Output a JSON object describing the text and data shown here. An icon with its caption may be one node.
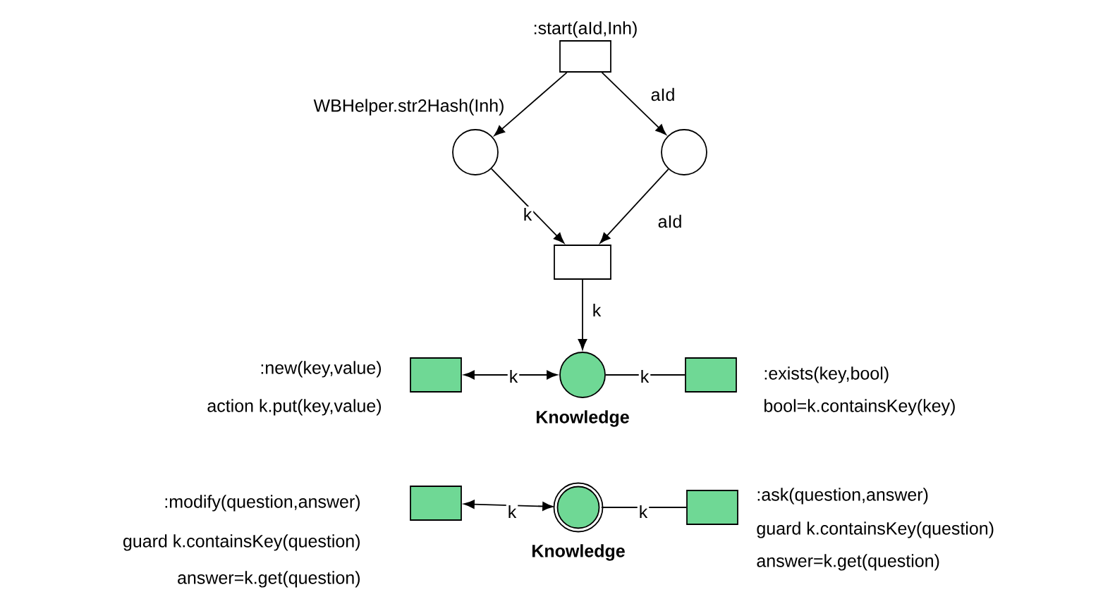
{
  "diagram": {
    "nodes": [
      {
        "text": [],
        "shape": "box",
        "beside": [
          ":start(aId,Inh)"
        ]
      },
      {
        "text": [],
        "shape": "circle"
      },
      {
        "text": [],
        "shape": "circle"
      },
      {
        "text": [],
        "shape": "box"
      },
      {
        "text": [],
        "shape": "circle",
        "beside": [
          "Knowledge"
        ]
      },
      {
        "text": [],
        "shape": "box",
        "beside": [
          ":new(key,value)",
          "action k.put(key,value)"
        ]
      },
      {
        "text": [],
        "shape": "box",
        "beside": [
          ":exists(key,bool)",
          "bool=k.containsKey(key)"
        ]
      },
      {
        "text": [],
        "shape": "ring",
        "beside": [
          "Knowledge"
        ]
      },
      {
        "text": [],
        "shape": "box",
        "beside": [
          ":modify(question,answer)",
          "guard k.containsKey(question)",
          "answer=k.get(question)"
        ]
      },
      {
        "text": [],
        "shape": "box",
        "beside": [
          ":ask(question,answer)",
          "guard k.containsKey(question)",
          "answer=k.get(question)"
        ]
      }
    ],
    "edges": [
      {
        "from": 0,
        "to": 1,
        "arrow": "to",
        "label": "WBHelper.str2Hash(Inh)"
      },
      {
        "from": 0,
        "to": 2,
        "arrow": "to",
        "label": "aId"
      },
      {
        "from": 1,
        "to": 3,
        "arrow": "to",
        "label": "k"
      },
      {
        "from": 2,
        "to": 3,
        "arrow": "to",
        "label": "aId"
      },
      {
        "from": 3,
        "to": 4,
        "arrow": "to",
        "label": "k"
      },
      {
        "from": 4,
        "to": 5,
        "arrow": "both",
        "label": "k"
      },
      {
        "from": 4,
        "to": 6,
        "arrow": "none",
        "label": "k"
      },
      {
        "from": 7,
        "to": 8,
        "arrow": "both",
        "label": "k"
      },
      {
        "from": 7,
        "to": 9,
        "arrow": "none",
        "label": "k"
      }
    ]
  }
}
